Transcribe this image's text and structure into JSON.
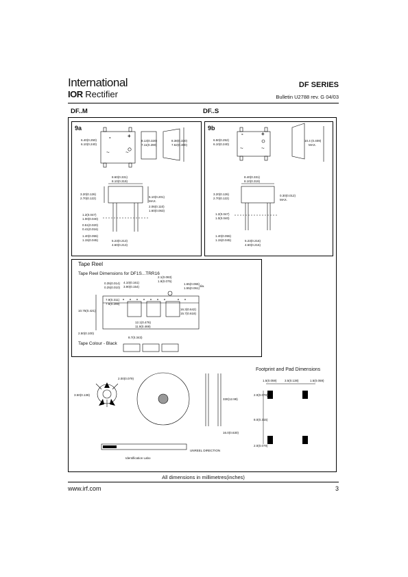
{
  "header": {
    "brand_line1": "International",
    "brand_logo": "IOR",
    "brand_line2": "Rectifier",
    "series": "DF SERIES",
    "bulletin": "Bulletin   U2788   rev. G   04/03"
  },
  "sections": {
    "left_title": "DF..M",
    "right_title": "DF..S"
  },
  "fig9a": {
    "label": "9a",
    "dims": {
      "body_h": "6.40(0.250)",
      "body_h2": "6.10(0.240)",
      "side_h": "8.13(0.320)",
      "side_h2": "7.11(0.280)",
      "lead_h": "8.38(0.330)",
      "lead_h2": "7.62(0.300)",
      "top_w": "8.60(0.331)",
      "top_w2": "8.10(0.319)",
      "lead_l": "3.20(0.126)",
      "lead_l2": "2.70(0.122)",
      "span": "5.10(0.201)",
      "span_note": "MAX.",
      "base": "2.06(0.110)",
      "base2": "1.60(0.063)",
      "lead_t": "1.2(0.047)",
      "lead_t2": "1.00(0.040)",
      "lead_w": "0.51(0.020)",
      "lead_w2": "0.41(0.016)",
      "foot": "1.40(0.055)",
      "foot2": "1.15(0.045)",
      "pitch": "5.23(0.213)",
      "pitch2": "4.60(0.213)"
    },
    "pins": [
      "-",
      "+",
      "~",
      "~"
    ]
  },
  "fig9b": {
    "label": "9b",
    "dims": {
      "body_h": "6.50(0.252)",
      "body_h2": "6.10(0.240)",
      "side_h": "10.4 (0.409)",
      "side_note": "MAX.",
      "top_w": "8.40(0.331)",
      "top_w2": "8.10(0.319)",
      "lead_l": "3.20(0.126)",
      "lead_l2": "2.70(0.122)",
      "lead_t0": "0.30(0.012)",
      "lead_t0_note": "MAX.",
      "lead_t": "1.2(0.047)",
      "lead_t2": "1.0(0.040)",
      "foot": "1.40(0.055)",
      "foot2": "1.15(0.045)",
      "pitch": "5.23(0.216)",
      "pitch2": "4.60(0.216)"
    },
    "pins": [
      "-",
      "+",
      "~",
      "~"
    ]
  },
  "tape": {
    "title": "Tape  Reel",
    "subtitle": "Tape  Reel  Dimensions  for  DF1S...TRR16",
    "colour": "Tape Colour - Black",
    "dims": {
      "a": "0.35(0.014)",
      "a2": "0.25(0.010)",
      "b": "4.10(0.161)",
      "b2": "3.90(0.154)",
      "c": "2.1(0.083)",
      "c2": "1.9(0.075)",
      "d": "1.65(0.065)",
      "d2": "1.55(0.061)",
      "dia": "dia.",
      "e": "7.9(0.311)",
      "e2": "7.6(0.299)",
      "f": "16.3(0.642)",
      "f2": "15.7(0.618)",
      "g": "10.75(0.421)",
      "h": "12.1(0.476)",
      "h2": "11.9(0.469)",
      "i": "2.50(0.100)",
      "j": "8.7(0.343)"
    }
  },
  "reel": {
    "dims": {
      "a": "2.00(0.079)",
      "b": "3.50(0.138)",
      "c": "330(12.99)",
      "d": "16.0(0.630)"
    },
    "ident": "Identification Labo",
    "direction": "UNREEL DIRECTION"
  },
  "footprint": {
    "title": "Footprint  and  Pad  Dimensions",
    "dims": {
      "a": "1.5(0.059)",
      "b": "3.5(0.138)",
      "c": "1.5(0.059)",
      "d": "2.0(0.079)",
      "e": "8.0(0.315)",
      "f": "2.0(0.079)"
    }
  },
  "note": "All dimensions in millimetres(inches)",
  "footer": {
    "url": "www.irf.com",
    "page": "3"
  }
}
